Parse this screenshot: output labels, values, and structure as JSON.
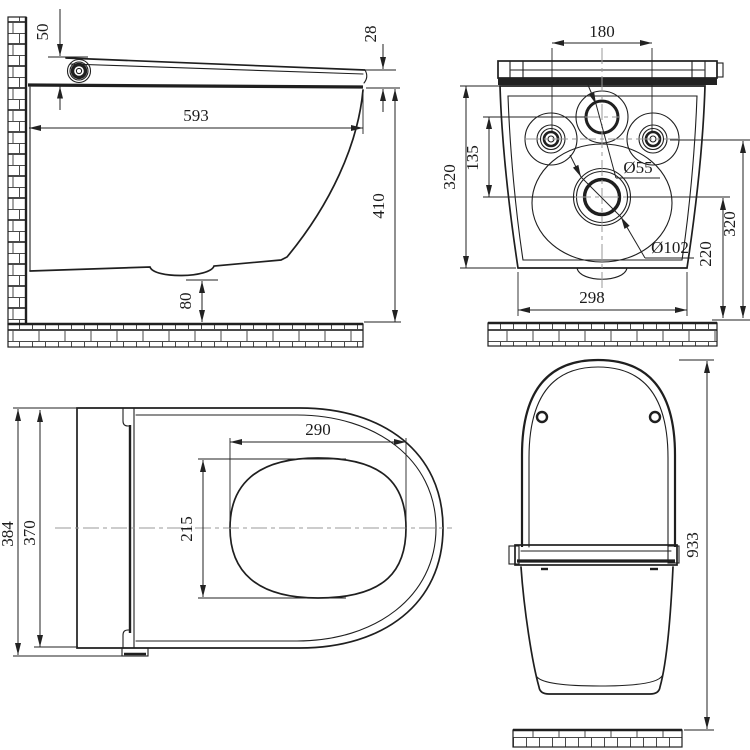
{
  "views": {
    "side": {
      "dims": {
        "hinge_rise": "50",
        "front_edge": "28",
        "depth": "593",
        "height": "410",
        "outlet_clearance": "80"
      }
    },
    "back": {
      "dims": {
        "bolt_spacing": "180",
        "side_height": "320",
        "inlet_to_drain": "135",
        "inlet_diameter": "Ø55",
        "drain_diameter": "Ø102",
        "bolt_height": "320",
        "drain_height": "220",
        "base_width": "298"
      }
    },
    "top": {
      "dims": {
        "bowl_width": "290",
        "bowl_depth": "215",
        "overall_width": "384",
        "body_width": "370"
      }
    },
    "front": {
      "dims": {
        "open_height": "933"
      }
    }
  }
}
